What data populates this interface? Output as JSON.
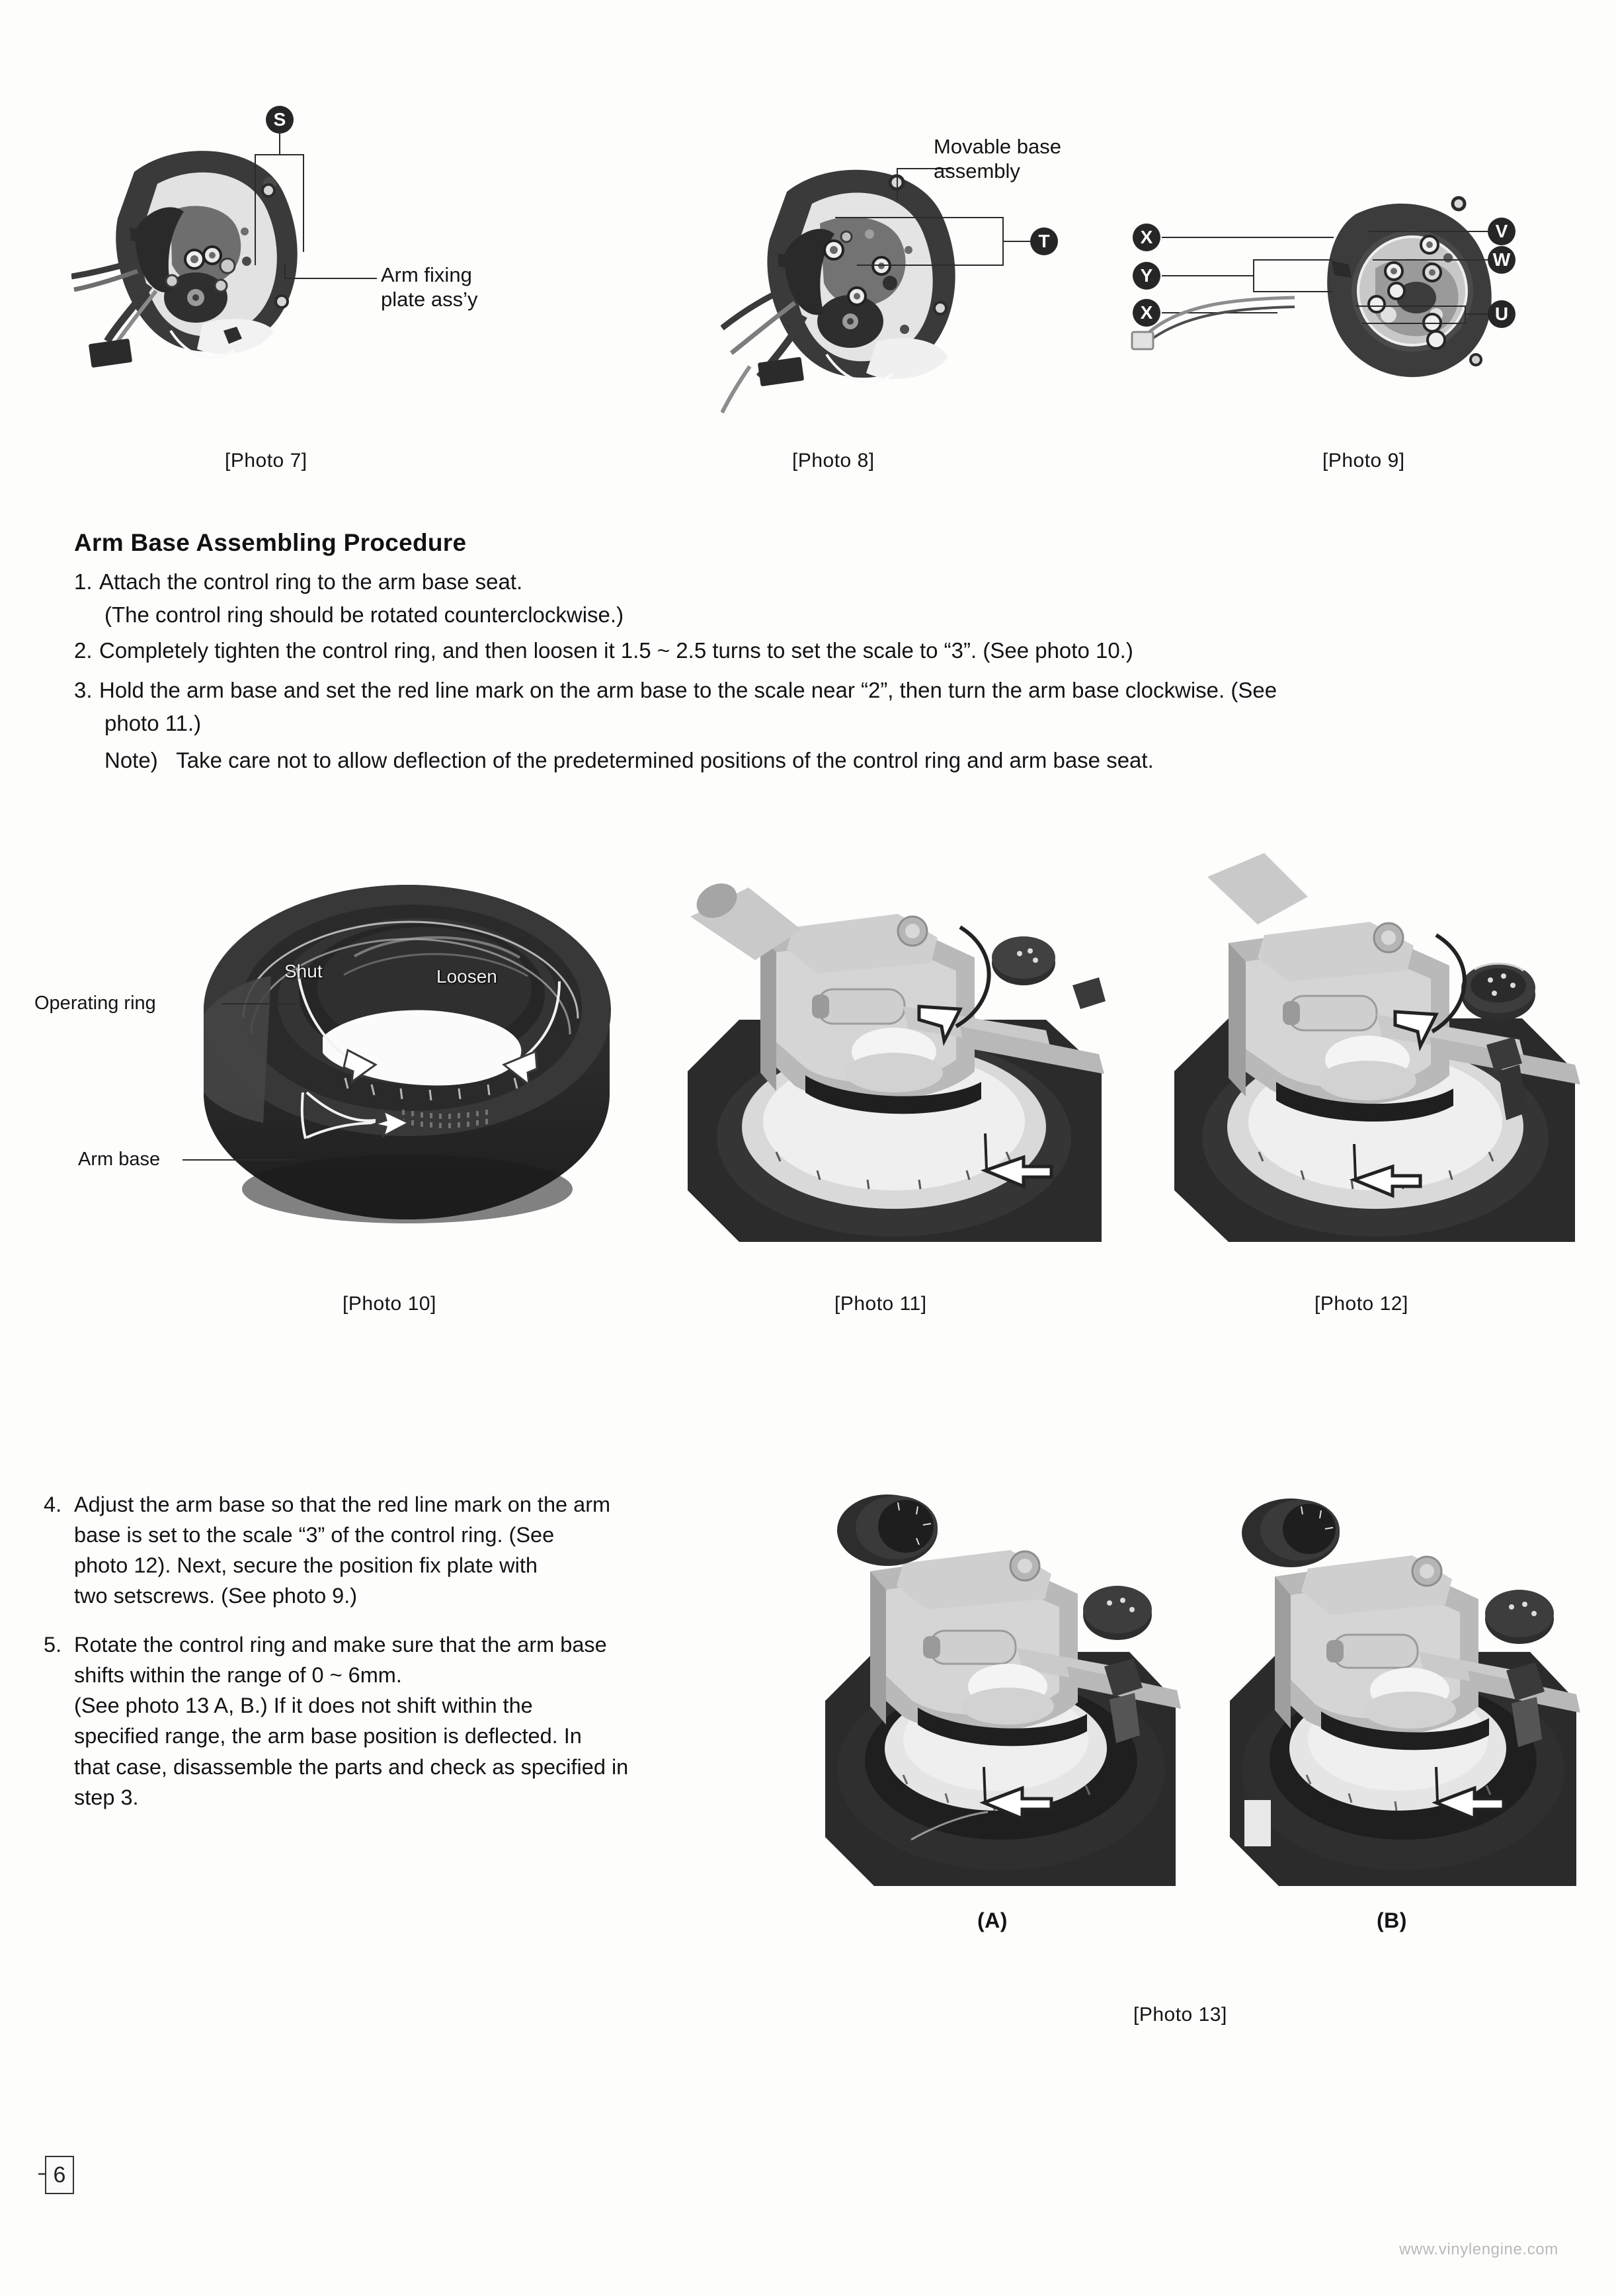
{
  "document": {
    "page_number": "6",
    "watermark": "www.vinylengine.com"
  },
  "top_row": {
    "photos": [
      {
        "caption": "[Photo 7]",
        "badges": [
          "S"
        ],
        "labels": [
          "Arm fixing",
          "plate ass’y"
        ]
      },
      {
        "caption": "[Photo 8]",
        "badges": [
          "T"
        ],
        "labels": [
          "Movable base",
          "assembly"
        ]
      },
      {
        "caption": "[Photo 9]",
        "badges_left": [
          "X",
          "Y",
          "X"
        ],
        "badges_right": [
          "V",
          "W",
          "U"
        ]
      }
    ]
  },
  "section": {
    "heading": "Arm Base Assembling Procedure",
    "steps": [
      {
        "num": "1.",
        "lines": [
          "Attach the control ring to the arm base seat.",
          "(The control ring should be rotated counterclockwise.)"
        ]
      },
      {
        "num": "2.",
        "lines": [
          "Completely tighten the control ring, and then loosen it 1.5 ~ 2.5 turns to set the scale to “3”.  (See photo 10.)"
        ]
      },
      {
        "num": "3.",
        "lines": [
          "Hold the arm base and set the red line mark on the arm base to the scale near “2”, then turn the arm base clockwise.  (See",
          "photo 11.)"
        ]
      }
    ],
    "note": {
      "label": "Note)",
      "text": "Take care not to allow deflection of the predetermined positions of the control ring and arm base seat."
    }
  },
  "middle_row": {
    "photos": [
      {
        "caption": "[Photo 10]",
        "labels": {
          "operating_ring": "Operating ring",
          "arm_base": "Arm base",
          "shut": "Shut",
          "loosen": "Loosen"
        }
      },
      {
        "caption": "[Photo 11]"
      },
      {
        "caption": "[Photo 12]"
      }
    ]
  },
  "lower_section": {
    "steps": [
      {
        "num": "4.",
        "lines": [
          "Adjust the arm base so that the red line mark on the arm",
          "base is set to the scale “3” of the control ring.  (See",
          "photo 12).  Next, secure the position fix plate with",
          "two setscrews.  (See photo 9.)"
        ]
      },
      {
        "num": "5.",
        "lines": [
          "Rotate the control ring and make sure that the arm base",
          "shifts within the range of 0 ~ 6mm.",
          "(See  photo 13 A, B.)   If  it  does  not  shift  within  the",
          "specified  range,  the  arm  base  position  is  deflected.   In",
          "that case, disassemble the parts and check as specified in",
          "step 3."
        ]
      }
    ]
  },
  "photo13": {
    "sub_a": "(A)",
    "sub_b": "(B)",
    "caption": "[Photo 13]"
  },
  "colors": {
    "ink": "#141414",
    "badge_fill": "#262626",
    "photo_dark": "#2e2e2e",
    "photo_mid": "#8d8d8d",
    "photo_light": "#d6d6d6"
  }
}
